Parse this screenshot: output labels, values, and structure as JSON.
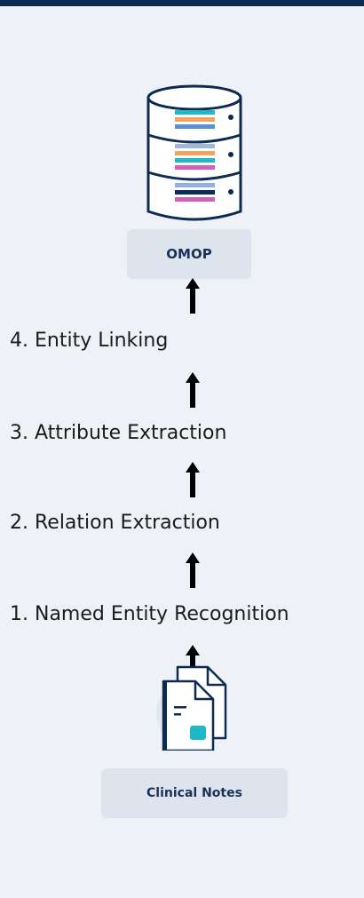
{
  "nodes": {
    "omop_label": "OMOP",
    "notes_label": "Clinical Notes"
  },
  "steps": [
    "4. Entity Linking",
    "3. Attribute Extraction",
    "2. Relation Extraction",
    "1. Named Entity Recognition"
  ],
  "icons": {
    "database": "database-icon",
    "notes": "documents-icon",
    "arrow": "arrow-up-icon"
  },
  "colors": {
    "background": "#eef2f7",
    "header_bar": "#0d2b52",
    "label_box": "#dde4ee",
    "label_text": "#1a3258",
    "icon_stroke": "#0d2b52",
    "accent_teal": "#1fb8c9",
    "accent_orange": "#f5a25a",
    "accent_blue": "#5b8fd6",
    "accent_pink": "#d260b8"
  }
}
